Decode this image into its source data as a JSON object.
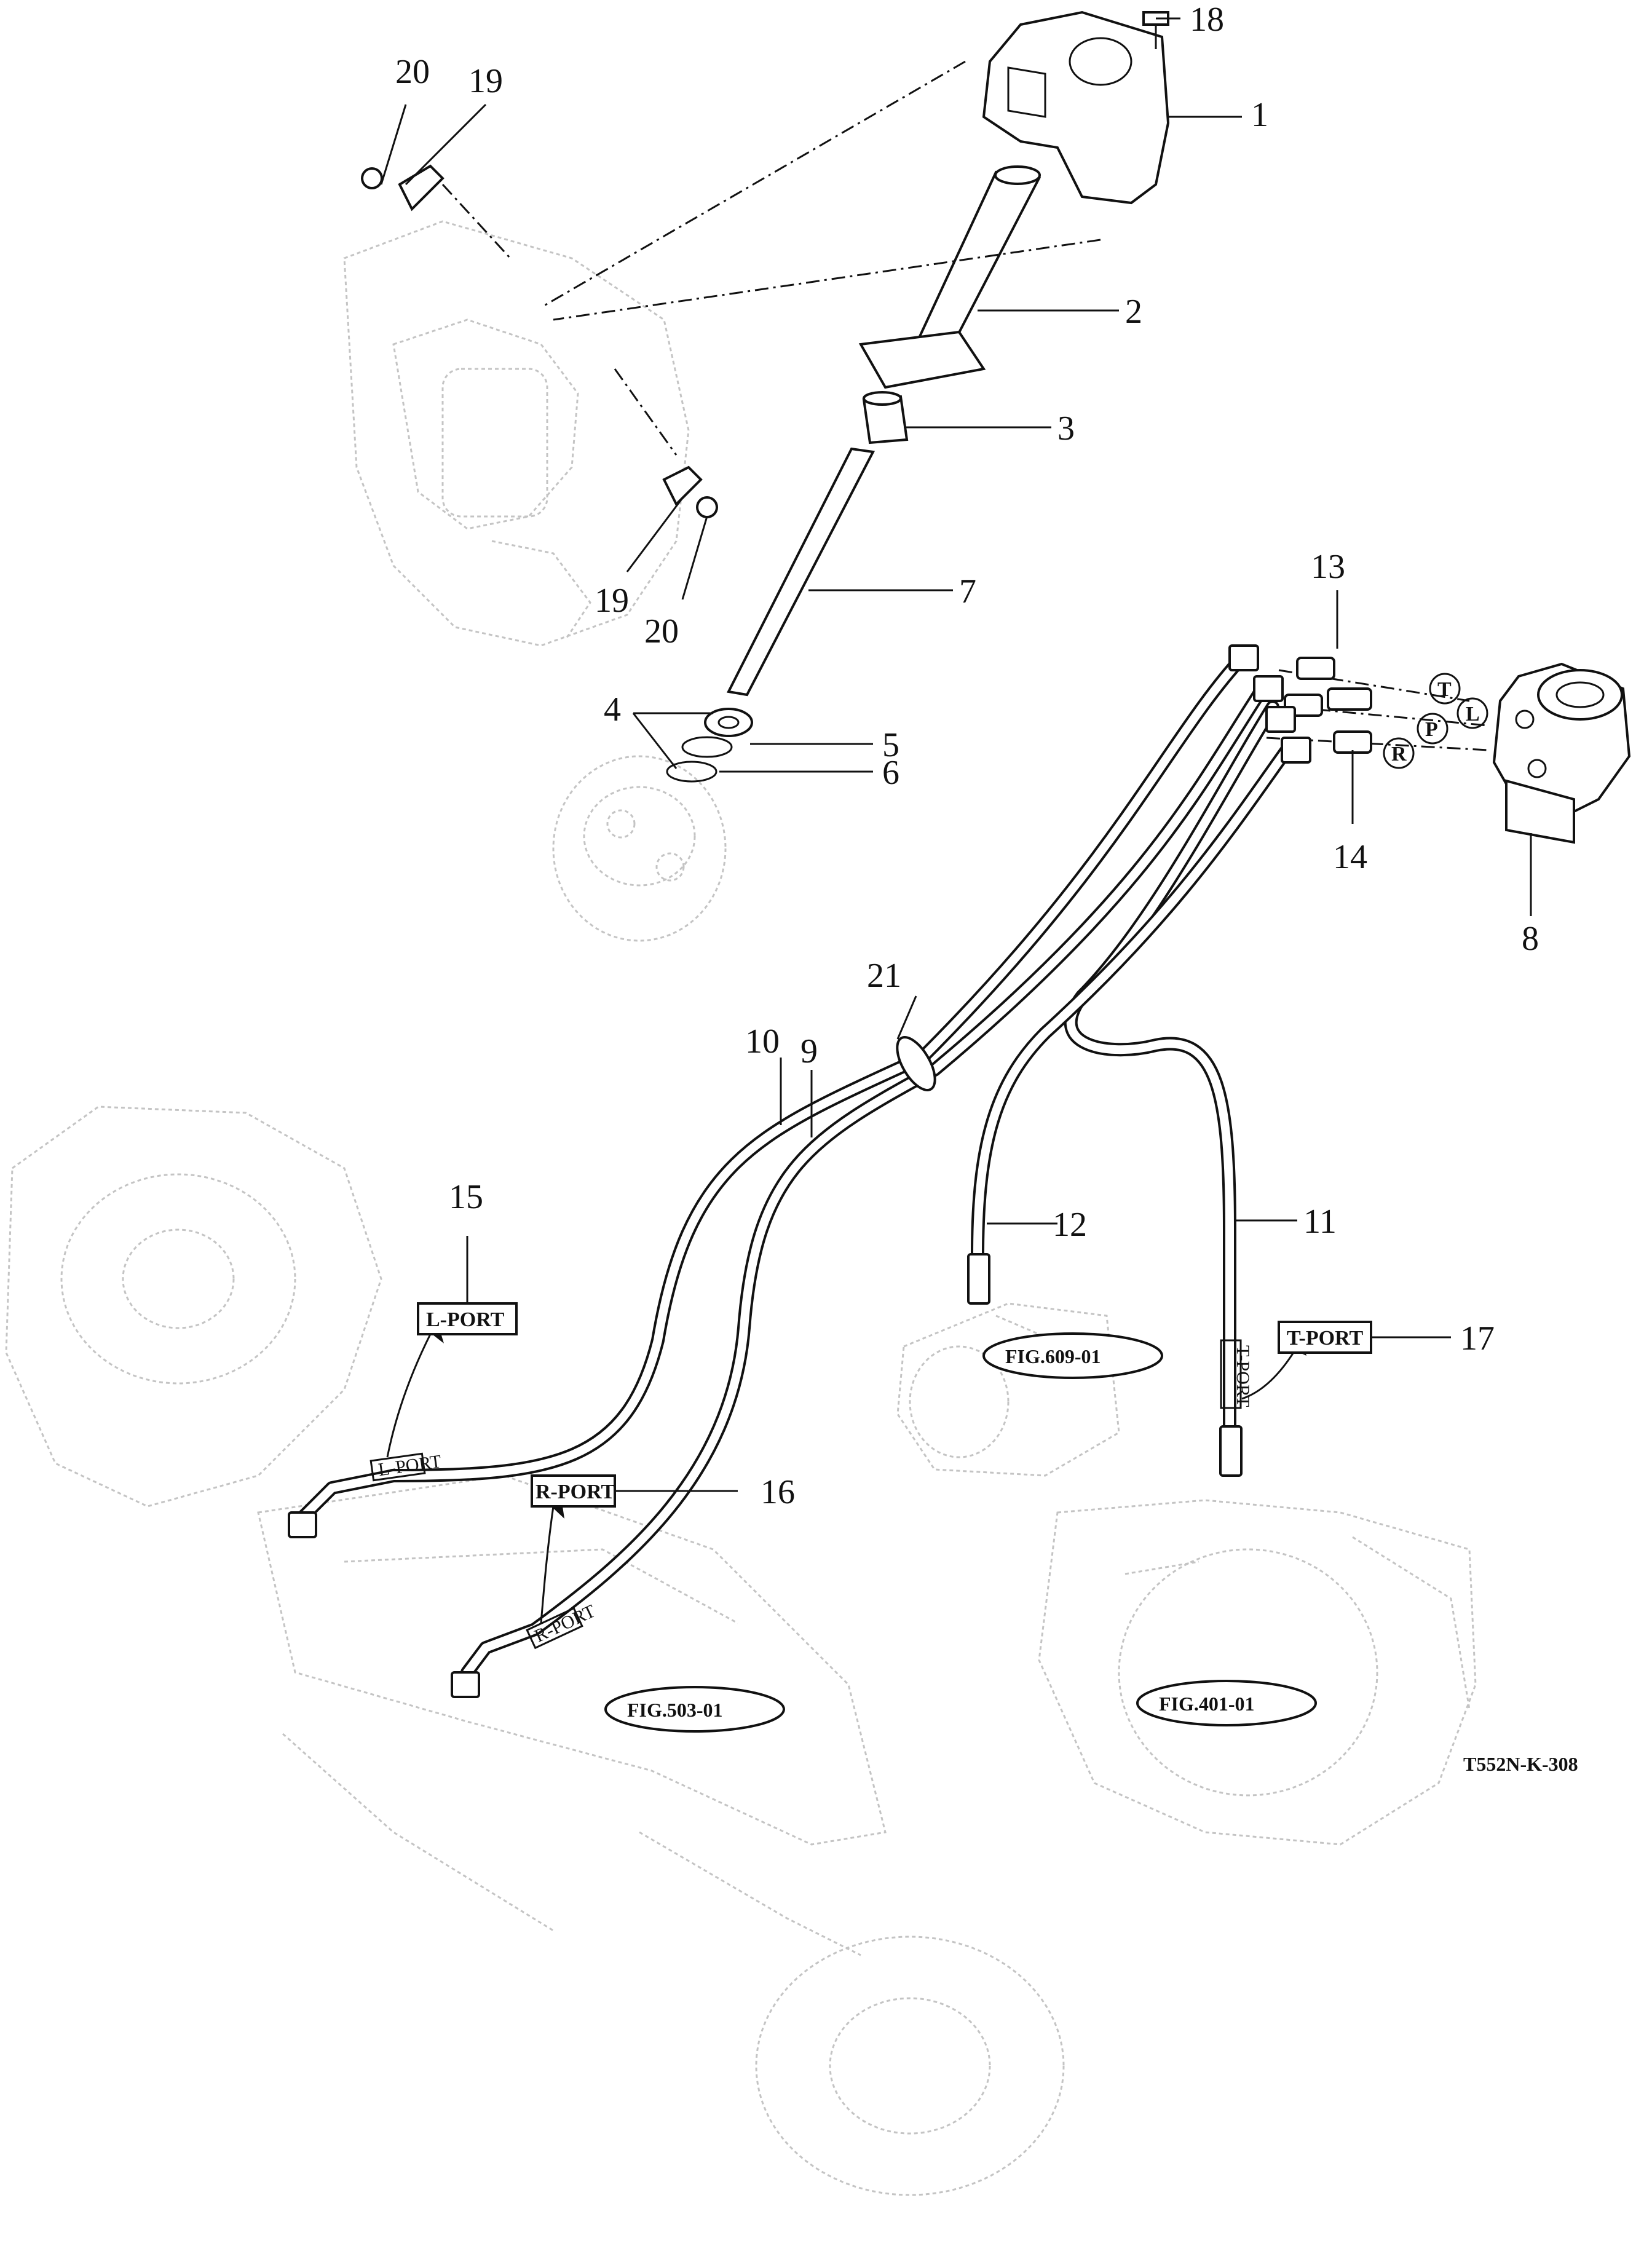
{
  "callouts": {
    "n1": "1",
    "n2": "2",
    "n3": "3",
    "n4": "4",
    "n5": "5",
    "n6": "6",
    "n7": "7",
    "n8": "8",
    "n9": "9",
    "n10": "10",
    "n11": "11",
    "n12": "12",
    "n13": "13",
    "n14": "14",
    "n15": "15",
    "n16": "16",
    "n17": "17",
    "n18": "18",
    "n19a": "19",
    "n19b": "19",
    "n20a": "20",
    "n20b": "20",
    "n21": "21"
  },
  "port_letters": {
    "t": "T",
    "p": "P",
    "l": "L",
    "r": "R"
  },
  "tags": {
    "l_port": "L-PORT",
    "r_port": "R-PORT",
    "t_port": "T-PORT"
  },
  "figure_refs": {
    "fig609": "FIG.609-01",
    "fig503": "FIG.503-01",
    "fig401": "FIG.401-01"
  },
  "drawing_code": "T552N-K-308"
}
